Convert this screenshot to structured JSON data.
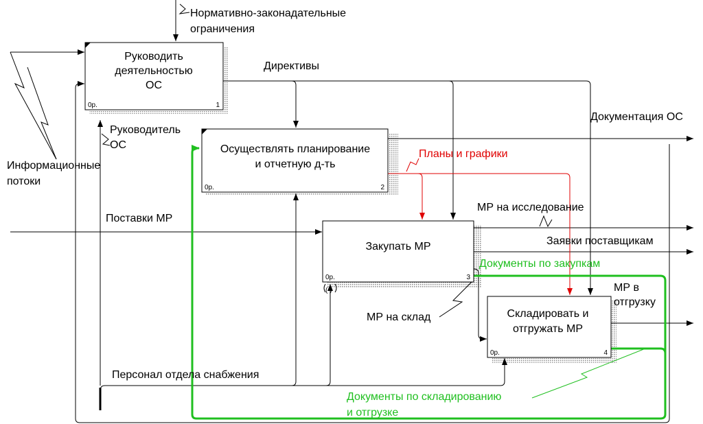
{
  "colors": {
    "arrow": "#000000",
    "red": "#e00000",
    "green": "#1fbf1f",
    "shadow": "#9a9a9a"
  },
  "boxes": [
    {
      "lines": [
        "Руководить",
        "деятельностью",
        "ОС"
      ],
      "number": "1",
      "ref": "0р."
    },
    {
      "lines": [
        "Осуществлять планирование",
        "и отчетную д-ть"
      ],
      "number": "2",
      "ref": "0р."
    },
    {
      "lines": [
        "Закупать МР"
      ],
      "number": "3",
      "ref": "0р."
    },
    {
      "lines": [
        "Складировать и",
        "отгружать МР"
      ],
      "number": "4",
      "ref": "0р."
    }
  ],
  "labels": {
    "normative": [
      "Нормативно-законадательные",
      "ограничения"
    ],
    "directives": "Директивы",
    "manager": [
      "Руководитель",
      "ОС"
    ],
    "info_flows": [
      "Информационные",
      "потоки"
    ],
    "documentation": "Документация ОС",
    "plans": "Планы и графики",
    "supplies": "Поставки МР",
    "mr_research": "МР на исследование",
    "supplier_requests": "Заявки поставщикам",
    "purchase_docs": "Документы по закупкам",
    "mr_shipment": [
      "МР в",
      "отгрузку"
    ],
    "mr_warehouse": "МР на склад",
    "tunnel": "( )",
    "personnel": "Персонал отдела снабжения",
    "storage_docs": [
      "Документы по складированию",
      "и отгрузке"
    ]
  }
}
